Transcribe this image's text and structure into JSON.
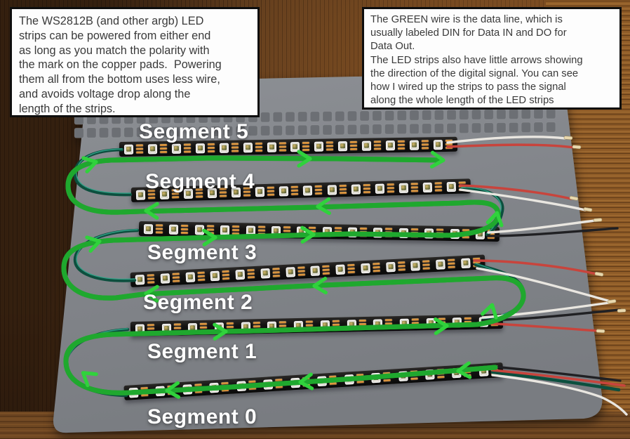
{
  "notes": {
    "left": "The WS2812B (and other argb) LED\nstrips can be powered from either end\nas long as you match the polarity with\nthe mark on the copper pads.  Powering\nthem all from the bottom uses less wire,\nand avoids voltage drop along the\nlength of the strips.",
    "right": "The GREEN wire is the data line, which is\nusually labeled DIN for Data IN and DO for\nData Out.\nThe LED strips also have little arrows showing\nthe direction of the digital signal. You can see\nhow I wired up the strips to pass the signal\nalong the whole length of the LED strips"
  },
  "segments": [
    {
      "label": "Segment 5",
      "signal_direction": "left-to-right"
    },
    {
      "label": "Segment 4",
      "signal_direction": "right-to-left"
    },
    {
      "label": "Segment 3",
      "signal_direction": "left-to-right"
    },
    {
      "label": "Segment 2",
      "signal_direction": "right-to-left"
    },
    {
      "label": "Segment 1",
      "signal_direction": "left-to-right"
    },
    {
      "label": "Segment 0",
      "signal_direction": "right-to-left"
    }
  ],
  "strips": {
    "count": 6,
    "leds_per_strip": 14
  },
  "colors": {
    "arrow_green": "#30d23c",
    "data_wire_green": "#0c4f3e",
    "power_wire_red": "#c8443c",
    "power_wire_white": "#e9e6e0",
    "wire_black": "#202023",
    "mat_gray": "#84878c",
    "wood_brown": "#5b3a1d",
    "copper_pad": "#d6913f"
  }
}
